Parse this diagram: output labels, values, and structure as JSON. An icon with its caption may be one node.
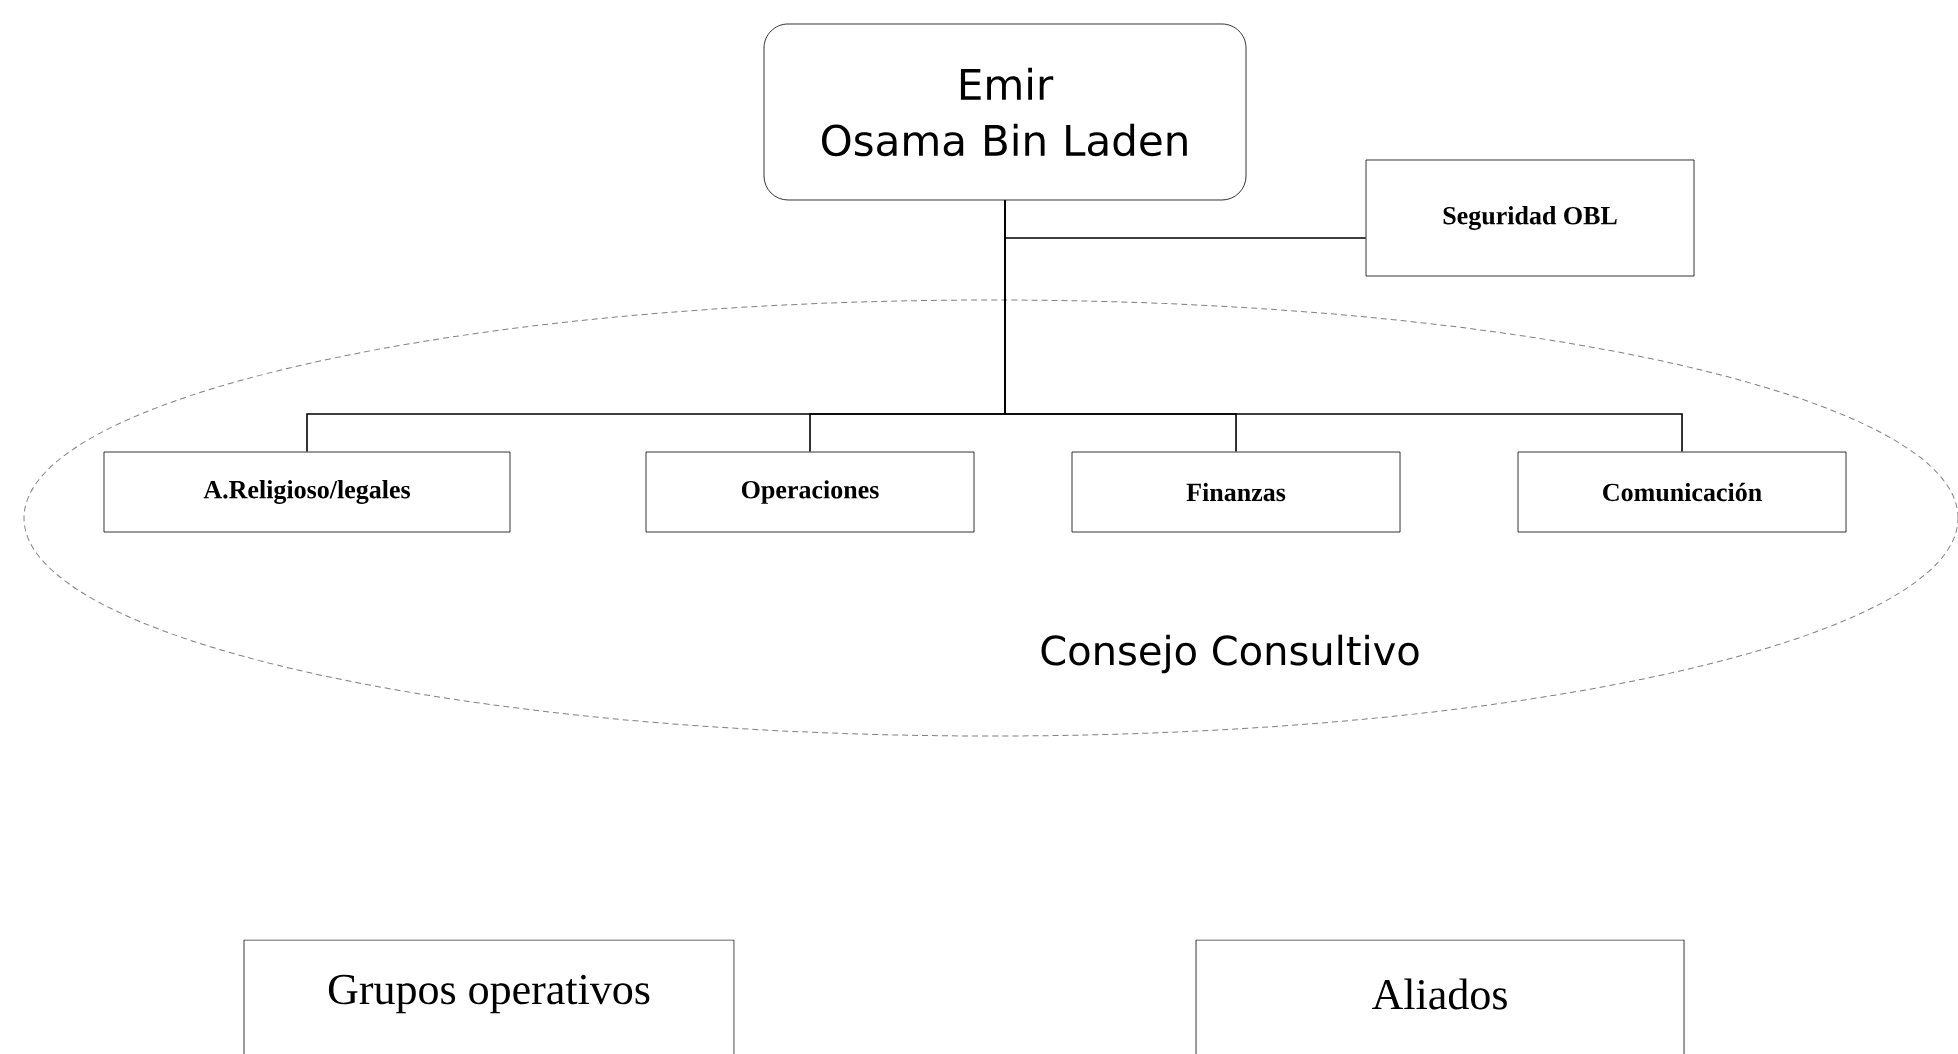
{
  "diagram": {
    "nodes": [
      {
        "text": [
          "Emir",
          "Osama Bin Laden"
        ]
      },
      {
        "text": [
          "Seguridad OBL"
        ]
      },
      {
        "text": [
          "Consejo Consultivo"
        ]
      },
      {
        "text": [
          "A.Religioso/legales"
        ],
        "in": 2
      },
      {
        "text": [
          "Operaciones"
        ],
        "in": 2
      },
      {
        "text": [
          "Finanzas"
        ],
        "in": 2
      },
      {
        "text": [
          "Comunicación"
        ],
        "in": 2
      },
      {
        "text": [
          "Grupos operativos"
        ]
      },
      {
        "text": [
          "Aliados"
        ]
      }
    ],
    "edges": [
      {
        "from": 0,
        "to": 1,
        "arrow": "none"
      },
      {
        "from": 0,
        "to": 3,
        "arrow": "none"
      },
      {
        "from": 0,
        "to": 4,
        "arrow": "none"
      },
      {
        "from": 0,
        "to": 5,
        "arrow": "none"
      },
      {
        "from": 0,
        "to": 6,
        "arrow": "none"
      }
    ]
  }
}
